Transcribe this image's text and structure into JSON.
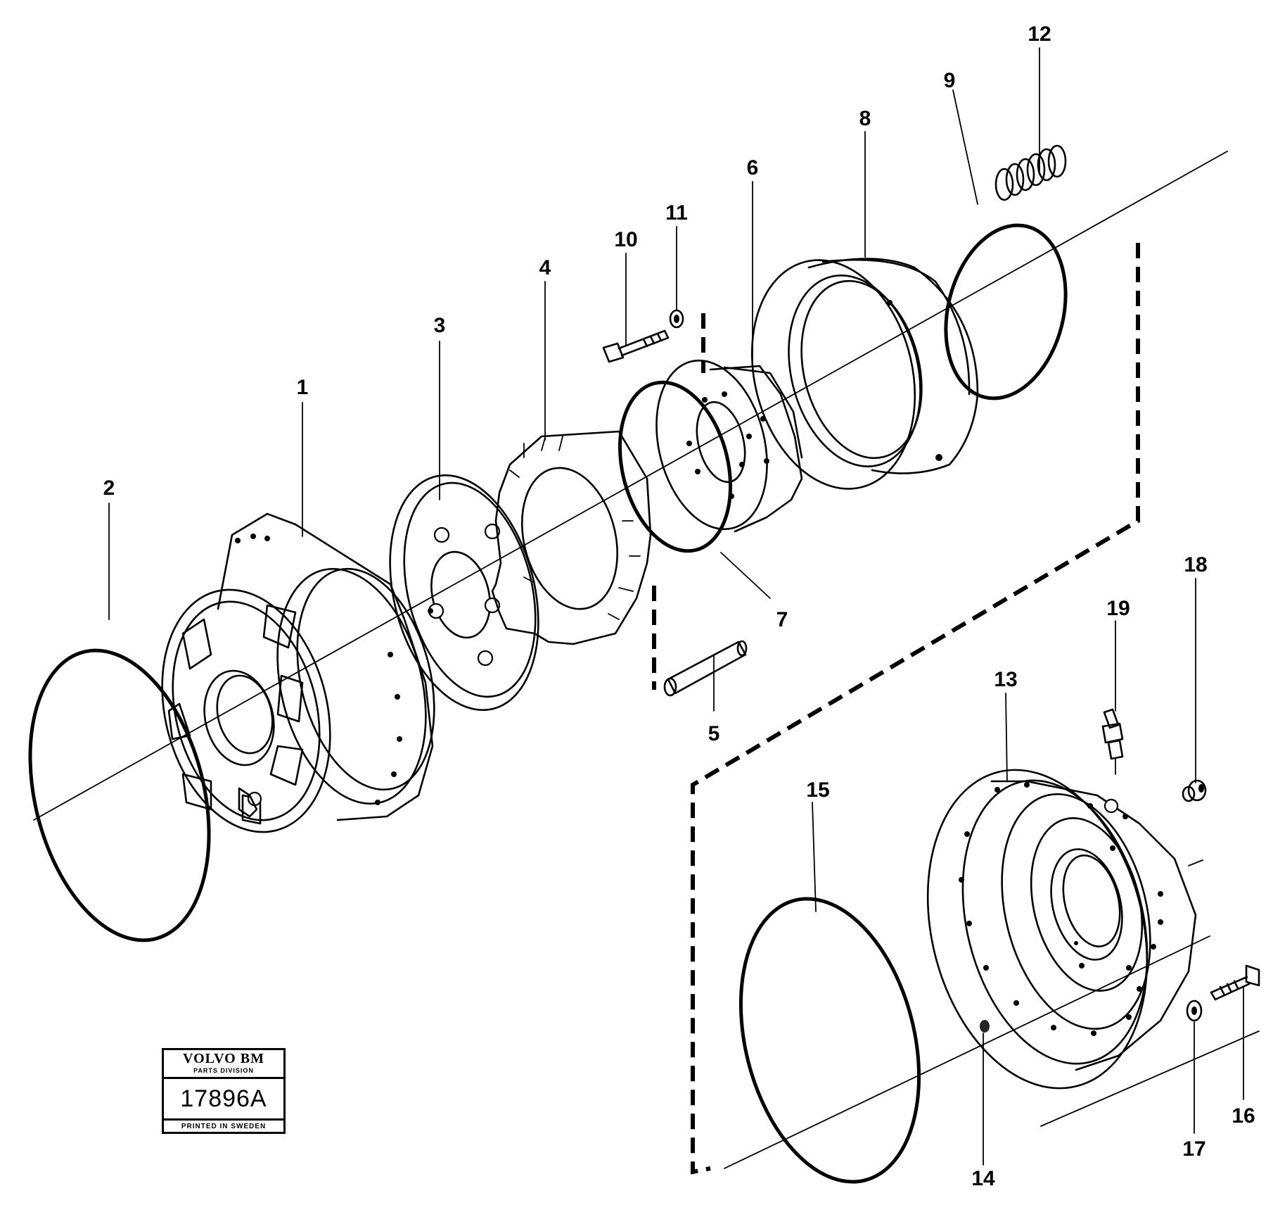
{
  "callouts": {
    "c1": "1",
    "c2": "2",
    "c3": "3",
    "c4": "4",
    "c5": "5",
    "c6": "6",
    "c7": "7",
    "c8": "8",
    "c9": "9",
    "c10": "10",
    "c11": "11",
    "c12": "12",
    "c13": "13",
    "c14": "14",
    "c15": "15",
    "c16": "16",
    "c17": "17",
    "c18": "18",
    "c19": "19"
  },
  "stamp": {
    "brand": "VOLVO BM",
    "division": "PARTS DIVISION",
    "number": "17896A",
    "printed": "PRINTED IN SWEDEN"
  },
  "colors": {
    "ink": "#000000",
    "paper": "#ffffff"
  }
}
